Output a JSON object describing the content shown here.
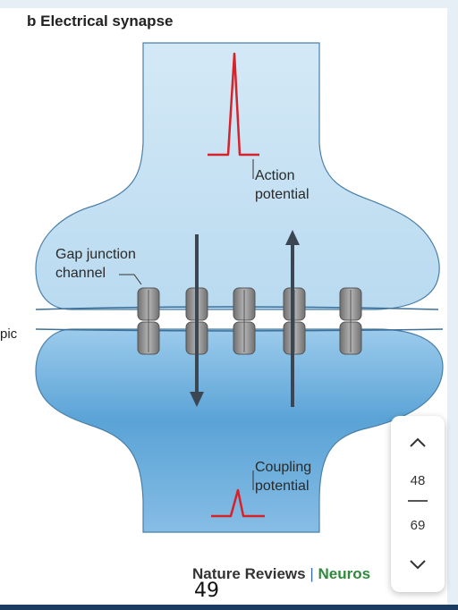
{
  "figure": {
    "title": "b  Electrical synapse",
    "left_cutoff_text": "pic"
  },
  "labels": {
    "action_potential": [
      "Action",
      "potential"
    ],
    "gap_junction": [
      "Gap junction",
      "channel"
    ],
    "coupling_potential": [
      "Coupling",
      "potential"
    ]
  },
  "credit": {
    "publisher": "Nature Reviews",
    "separator": "|",
    "journal_fragment": "Neuros"
  },
  "page_number": "49",
  "pager": {
    "current": "48",
    "total": "69",
    "up_icon": "chevron-up-icon",
    "down_icon": "chevron-down-icon"
  },
  "colors": {
    "cell_light": "#c9e3f3",
    "cell_dark": "#5aa3d6",
    "spike": "#d6232a",
    "arrow": "#3c4652",
    "channel": "#8f8f8f",
    "journal_green": "#2f8a3c"
  }
}
